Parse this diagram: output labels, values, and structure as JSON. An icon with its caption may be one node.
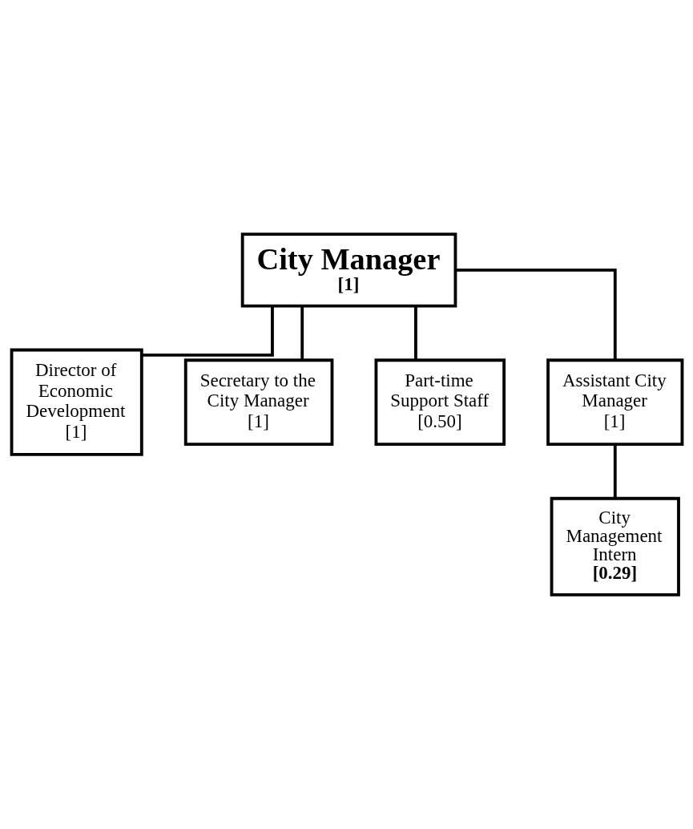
{
  "diagram": {
    "nodes": [
      {
        "text": [
          "City Manager",
          "[1]"
        ]
      },
      {
        "text": [
          "Director of Economic Development",
          "[1]"
        ]
      },
      {
        "text": [
          "Secretary to the City Manager",
          "[1]"
        ]
      },
      {
        "text": [
          "Part-time Support Staff",
          "[0.50]"
        ]
      },
      {
        "text": [
          "Assistant City Manager",
          "[1]"
        ]
      },
      {
        "text": [
          "City Management Intern",
          "[0.29]"
        ]
      }
    ],
    "edges": [
      {
        "from": 0,
        "to": 1,
        "arrow": "none"
      },
      {
        "from": 0,
        "to": 2,
        "arrow": "none"
      },
      {
        "from": 0,
        "to": 3,
        "arrow": "none"
      },
      {
        "from": 0,
        "to": 4,
        "arrow": "none"
      },
      {
        "from": 4,
        "to": 5,
        "arrow": "none"
      }
    ]
  }
}
